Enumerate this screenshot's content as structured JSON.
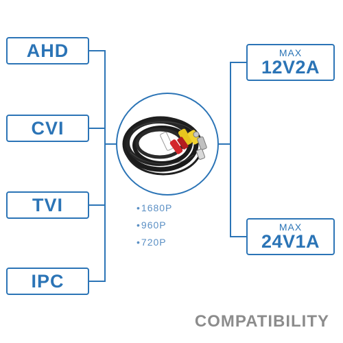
{
  "signal_types": [
    "AHD",
    "CVI",
    "TVI",
    "IPC"
  ],
  "power_specs": [
    {
      "label": "MAX",
      "value": "12V2A"
    },
    {
      "label": "MAX",
      "value": "24V1A"
    }
  ],
  "resolutions": [
    "1680P",
    "960P",
    "720P"
  ],
  "bullet": "•",
  "footer": "COMPATIBILITY",
  "colors": {
    "accent": "#2b74b6",
    "footer_text": "#8c8c8c",
    "cable": "#1b1b1b"
  }
}
